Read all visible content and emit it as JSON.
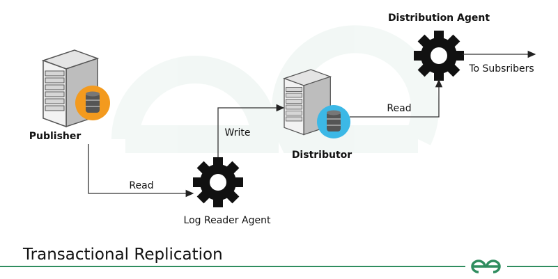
{
  "title": "Transactional Replication",
  "nodes": {
    "publisher": "Publisher",
    "distributor": "Distributor",
    "log_reader_agent": "Log Reader Agent",
    "distribution_agent": "Distribution Agent",
    "subscribers": "To Subsribers"
  },
  "edges": {
    "publisher_to_log_reader": "Read",
    "log_reader_to_distributor": "Write",
    "distributor_to_distribution_agent": "Read"
  },
  "colors": {
    "accent_green": "#2f8d5f",
    "publisher_badge": "#f39a1e",
    "distributor_badge": "#3cb8e6",
    "gear": "#111111"
  },
  "logo": "GG"
}
